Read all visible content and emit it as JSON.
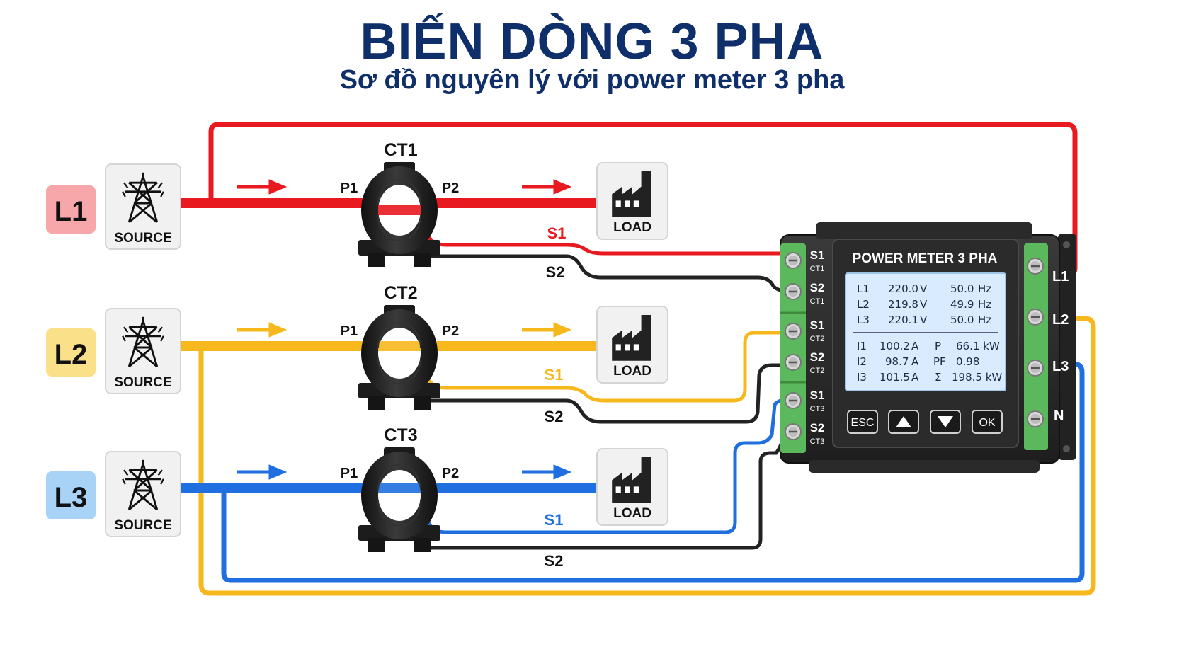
{
  "header": {
    "title": "BIẾN DÒNG 3 PHA",
    "subtitle": "Sơ đồ nguyên lý với power meter 3 pha"
  },
  "colors": {
    "phase_l1": "#e8191f",
    "phase_l2": "#f7b81e",
    "phase_l3": "#1f6fe0",
    "neutral_wire": "#222222",
    "title": "#0f2f6b",
    "terminal_green": "#5cb85c",
    "screen_bg": "#d9ecff"
  },
  "phases": [
    {
      "label": "L1",
      "source_label": "SOURCE",
      "ct_label": "CT1",
      "p1": "P1",
      "p2": "P2",
      "s1": "S1",
      "s2": "S2",
      "load_label": "LOAD"
    },
    {
      "label": "L2",
      "source_label": "SOURCE",
      "ct_label": "CT2",
      "p1": "P1",
      "p2": "P2",
      "s1": "S1",
      "s2": "S2",
      "load_label": "LOAD"
    },
    {
      "label": "L3",
      "source_label": "SOURCE",
      "ct_label": "CT3",
      "p1": "P1",
      "p2": "P2",
      "s1": "S1",
      "s2": "S2",
      "load_label": "LOAD"
    }
  ],
  "meter": {
    "title": "POWER METER 3 PHA",
    "left_terminals": [
      {
        "main": "S1",
        "sub": "CT1"
      },
      {
        "main": "S2",
        "sub": "CT1"
      },
      {
        "main": "S1",
        "sub": "CT2"
      },
      {
        "main": "S2",
        "sub": "CT2"
      },
      {
        "main": "S1",
        "sub": "CT3"
      },
      {
        "main": "S2",
        "sub": "CT3"
      }
    ],
    "right_terminals": [
      "L1",
      "L2",
      "L3",
      "N"
    ],
    "screen": {
      "voltage_rows": [
        {
          "name": "L1",
          "volt": "220.0",
          "volt_unit": "V",
          "freq": "50.0",
          "freq_unit": "Hz"
        },
        {
          "name": "L2",
          "volt": "219.8",
          "volt_unit": "V",
          "freq": "49.9",
          "freq_unit": "Hz"
        },
        {
          "name": "L3",
          "volt": "220.1",
          "volt_unit": "V",
          "freq": "50.0",
          "freq_unit": "Hz"
        }
      ],
      "current_rows": [
        {
          "name": "I1",
          "amp": "100.2",
          "amp_unit": "A",
          "param": "P",
          "value": "66.1 kW"
        },
        {
          "name": "I2",
          "amp": "98.7",
          "amp_unit": "A",
          "param": "PF",
          "value": "0.98"
        },
        {
          "name": "I3",
          "amp": "101.5",
          "amp_unit": "A",
          "param": "Σ",
          "value": "198.5 kW"
        }
      ]
    },
    "buttons": [
      {
        "name": "esc-button",
        "label": "ESC",
        "icon": ""
      },
      {
        "name": "up-button",
        "label": "",
        "icon": "triangle-up-icon"
      },
      {
        "name": "down-button",
        "label": "",
        "icon": "triangle-down-icon"
      },
      {
        "name": "ok-button",
        "label": "OK",
        "icon": ""
      }
    ]
  }
}
